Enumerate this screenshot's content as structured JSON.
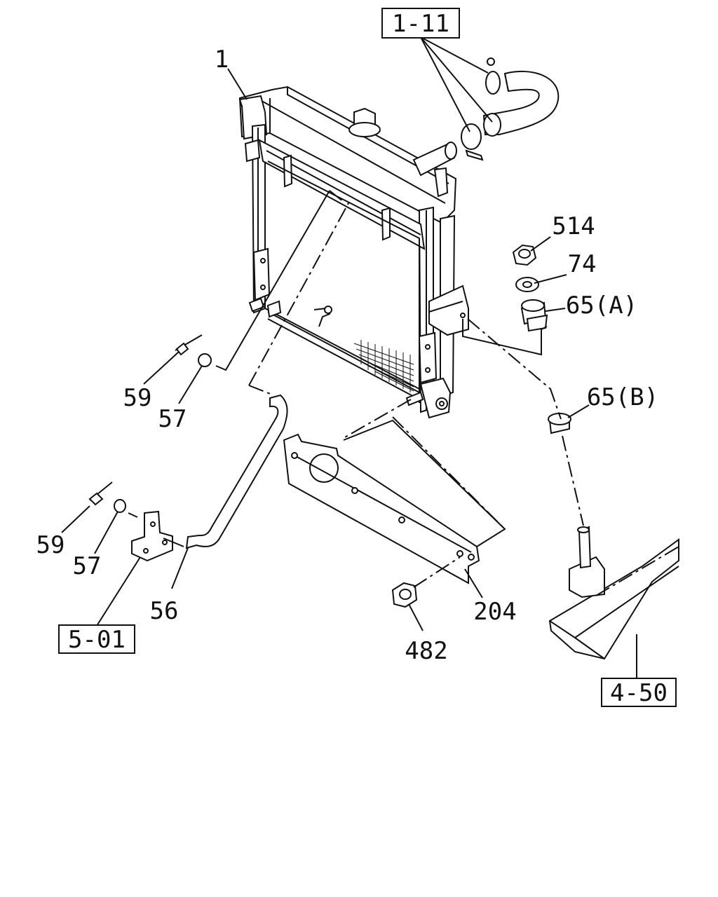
{
  "boxed_references": {
    "ref_1_11": "1-11",
    "ref_5_01": "5-01",
    "ref_4_50": "4-50"
  },
  "part_numbers": {
    "p1": "1",
    "p514": "514",
    "p74": "74",
    "p65a": "65(A)",
    "p65b": "65(B)",
    "p59_top": "59",
    "p57_top": "57",
    "p59_bottom": "59",
    "p57_bottom": "57",
    "p56": "56",
    "p204": "204",
    "p482": "482"
  }
}
